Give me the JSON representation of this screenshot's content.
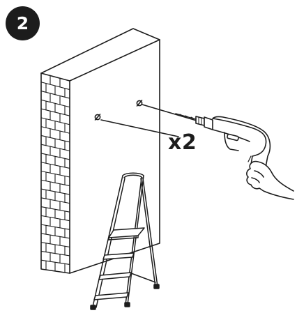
{
  "step": {
    "number": "2"
  },
  "callout": {
    "multiplier": "x2"
  },
  "illustration": {
    "wall-icon": "brick-wall",
    "drill-hole-icon": "hole-diameter-symbol",
    "drill-icon": "electric-drill",
    "hand-icon": "hand",
    "ladder-icon": "step-ladder"
  },
  "colors": {
    "ink": "#1c1c1c",
    "badge": "#1c1c1c",
    "background": "#ffffff"
  }
}
